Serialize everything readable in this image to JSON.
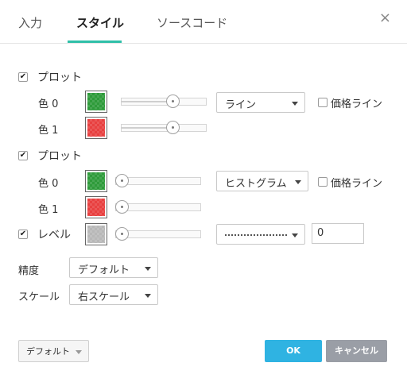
{
  "tabs": [
    {
      "label": "入力"
    },
    {
      "label": "スタイル"
    },
    {
      "label": "ソースコード"
    }
  ],
  "close_glyph": "×",
  "check_glyph": "✔",
  "plot1": {
    "label": "プロット",
    "checked": true,
    "color0_label": "色 0",
    "color0": "#2e9b3a",
    "color0_opacity": 0.63,
    "color1_label": "色 1",
    "color1": "#e84040",
    "color1_opacity": 0.63,
    "style": "ライン",
    "price_line_label": "価格ライン",
    "price_line_checked": false
  },
  "plot2": {
    "label": "プロット",
    "checked": true,
    "color0_label": "色 0",
    "color0": "#2e9b3a",
    "color0_opacity": 0.0,
    "color1_label": "色 1",
    "color1": "#e84040",
    "color1_opacity": 0.0,
    "style": "ヒストグラム",
    "price_line_label": "価格ライン",
    "price_line_checked": false
  },
  "level": {
    "label": "レベル",
    "checked": true,
    "color": "#b8b8b8",
    "opacity": 0.0,
    "line_style": "dotted",
    "value": "0"
  },
  "precision": {
    "label": "精度",
    "value": "デフォルト"
  },
  "scale": {
    "label": "スケール",
    "value": "右スケール"
  },
  "buttons": {
    "default": "デフォルト",
    "ok": "OK",
    "cancel": "キャンセル"
  },
  "accent_color": "#2fbfa8"
}
